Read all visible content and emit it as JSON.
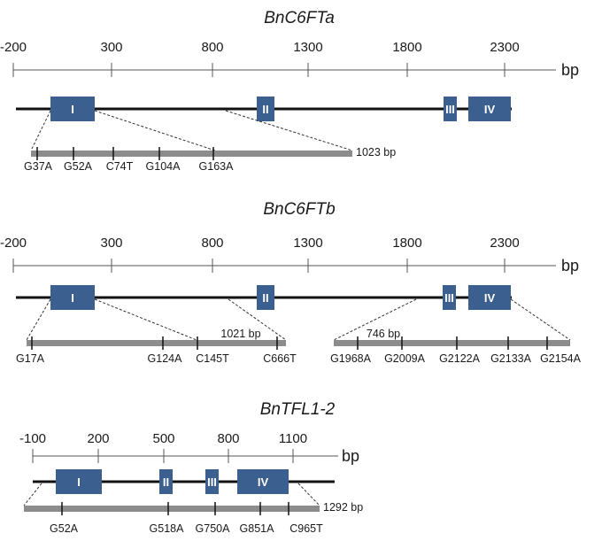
{
  "colors": {
    "exon": "#3b5f8f",
    "bar": "#8c8c8c",
    "line": "#111111",
    "highlight": "#c0282d",
    "text": "#1a1a1a"
  },
  "panels": [
    {
      "title": "BnC6FTa",
      "unit": "bp",
      "ticks": [
        "-200",
        "300",
        "800",
        "1300",
        "1800",
        "2300"
      ],
      "exons": [
        "I",
        "II",
        "III",
        "IV"
      ],
      "regions": [
        {
          "length_label": "1023 bp",
          "mutations": [
            {
              "label": "G37A",
              "highlight": false
            },
            {
              "label": "G52A",
              "highlight": false
            },
            {
              "label": "C74T",
              "highlight": false
            },
            {
              "label": "G104A",
              "highlight": false
            },
            {
              "label": "G163A",
              "highlight": false
            }
          ]
        }
      ]
    },
    {
      "title": "BnC6FTb",
      "unit": "bp",
      "ticks": [
        "-200",
        "300",
        "800",
        "1300",
        "1800",
        "2300"
      ],
      "exons": [
        "I",
        "II",
        "III",
        "IV"
      ],
      "regions": [
        {
          "length_label": "1021 bp",
          "mutations": [
            {
              "label": "G17A",
              "highlight": false
            },
            {
              "label": "G124A",
              "highlight": false
            },
            {
              "label": "C145T",
              "highlight": false
            },
            {
              "label": "C666T",
              "highlight": false
            }
          ]
        },
        {
          "length_label": "746 bp",
          "mutations": [
            {
              "label": "G1968A",
              "highlight": true
            },
            {
              "label": "G2009A",
              "highlight": true
            },
            {
              "label": "G2122A",
              "highlight": false
            },
            {
              "label": "G2133A",
              "highlight": false
            },
            {
              "label": "G2154A",
              "highlight": false
            }
          ]
        }
      ]
    },
    {
      "title": "BnTFL1-2",
      "unit": "bp",
      "ticks": [
        "-100",
        "200",
        "500",
        "800",
        "1100"
      ],
      "exons": [
        "I",
        "II",
        "III",
        "IV"
      ],
      "regions": [
        {
          "length_label": "1292 bp",
          "mutations": [
            {
              "label": "G52A",
              "highlight": false
            },
            {
              "label": "G518A",
              "highlight": false
            },
            {
              "label": "G750A",
              "highlight": false
            },
            {
              "label": "G851A",
              "highlight": false
            },
            {
              "label": "C965T",
              "highlight": true
            }
          ]
        }
      ]
    }
  ]
}
